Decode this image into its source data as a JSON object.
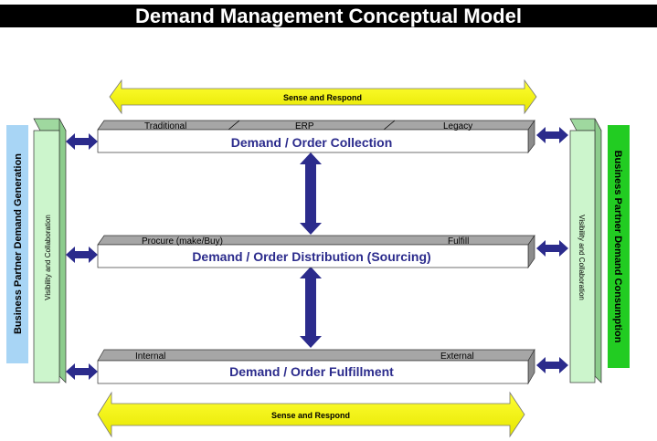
{
  "title": "Demand Management Conceptual Model",
  "sense_respond_top": "Sense and Respond",
  "sense_respond_bottom": "Sense and Respond",
  "left_side_label": "Business Partner Demand Generation",
  "right_side_label": "Business Partner Demand Consumption",
  "visibility_left": "Visibility and Collaboration",
  "visibility_right": "Visibility and Collaboration",
  "collection": {
    "title": "Demand / Order Collection",
    "top_labels": [
      "Traditional",
      "ERP",
      "Legacy"
    ]
  },
  "distribution": {
    "title": "Demand / Order Distribution (Sourcing)",
    "top_labels": [
      "Procure (make/Buy)",
      "Fulfill"
    ]
  },
  "fulfillment": {
    "title": "Demand / Order Fulfillment",
    "top_labels": [
      "Internal",
      "External"
    ]
  },
  "colors": {
    "title_bg": "#000000",
    "title_fg": "#ffffff",
    "yellow_arrow": "#ffff00",
    "arrow_blue": "#2b2b8c",
    "box_title": "#2b2b8c",
    "gray_top": "#a6a6a6",
    "left_side_box": "#a8d5f5",
    "right_side_box": "#22cc22",
    "visibility_pillar": "#ccf5cc"
  }
}
